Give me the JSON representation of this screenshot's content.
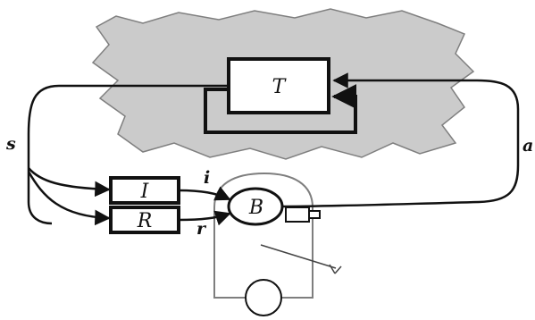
{
  "diagram": {
    "blocks": {
      "T": "T",
      "I": "I",
      "R": "R",
      "B": "B"
    },
    "signals": {
      "s": "s",
      "a": "a",
      "i": "i",
      "r": "r"
    }
  }
}
